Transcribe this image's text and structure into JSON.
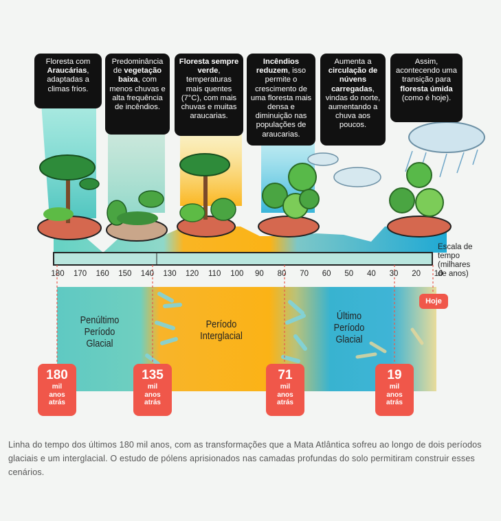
{
  "bubbles": [
    {
      "parts": [
        {
          "t": "Floresta com "
        },
        {
          "t": "Araucárias",
          "b": true
        },
        {
          "t": ", adaptadas a climas frios."
        }
      ]
    },
    {
      "parts": [
        {
          "t": "Predominância de "
        },
        {
          "t": "vegetação baixa",
          "b": true
        },
        {
          "t": ", com menos chuvas e alta frequência de incêndios."
        }
      ]
    },
    {
      "parts": [
        {
          "t": "Floresta sempre verde",
          "b": true
        },
        {
          "t": ", temperaturas mais quentes (7°C), com mais chuvas e muitas araucarias."
        }
      ]
    },
    {
      "parts": [
        {
          "t": "Incêndios reduzem",
          "b": true
        },
        {
          "t": ", isso permite o crescimento de uma floresta mais densa e diminuição nas populações de araucarias."
        }
      ]
    },
    {
      "parts": [
        {
          "t": "Aumenta a "
        },
        {
          "t": "circulação de núvens carregadas",
          "b": true
        },
        {
          "t": ", vindas do norte, aumentando a chuva aos poucos."
        }
      ]
    },
    {
      "parts": [
        {
          "t": "Assim, acontecendo uma transição para "
        },
        {
          "t": "floresta úmida",
          "b": true
        },
        {
          "t": " (como é hoje)."
        }
      ]
    }
  ],
  "timeline": {
    "scale_label": [
      "Escala de",
      "tempo",
      "(milhares",
      "de anos)"
    ],
    "ticks": [
      "180",
      "170",
      "160",
      "150",
      "140",
      "130",
      "120",
      "110",
      "100",
      "90",
      "80",
      "70",
      "60",
      "50",
      "40",
      "30",
      "20",
      "10"
    ],
    "today_label": "Hoje"
  },
  "periods": [
    {
      "lines": [
        "Penúltimo",
        "Período",
        "Glacial"
      ]
    },
    {
      "lines": [
        "Período",
        "Interglacial"
      ]
    },
    {
      "lines": [
        "Último",
        "Período",
        "Glacial"
      ]
    }
  ],
  "date_badges": [
    {
      "value": "180",
      "lines": [
        "mil",
        "anos",
        "atrás"
      ]
    },
    {
      "value": "135",
      "lines": [
        "mil",
        "anos",
        "atrás"
      ]
    },
    {
      "value": "71",
      "lines": [
        "mil",
        "anos",
        "atrás"
      ]
    },
    {
      "value": "19",
      "lines": [
        "mil",
        "anos",
        "atrás"
      ]
    }
  ],
  "caption": "Linha do tempo dos últimos 180 mil anos, com as transformações que a Mata Atlântica sofreu ao longo de dois períodos glaciais e um interglacial. O estudo de pólens aprisionados nas camadas profundas do solo permitiram construir esses cenários.",
  "colors": {
    "glacial": "#49c3bd",
    "glacial_light": "#8fd8c9",
    "interglacial": "#fbb316",
    "last_glacial": "#1fa9d4",
    "badge": "#f0574a",
    "bubble": "#111111"
  }
}
